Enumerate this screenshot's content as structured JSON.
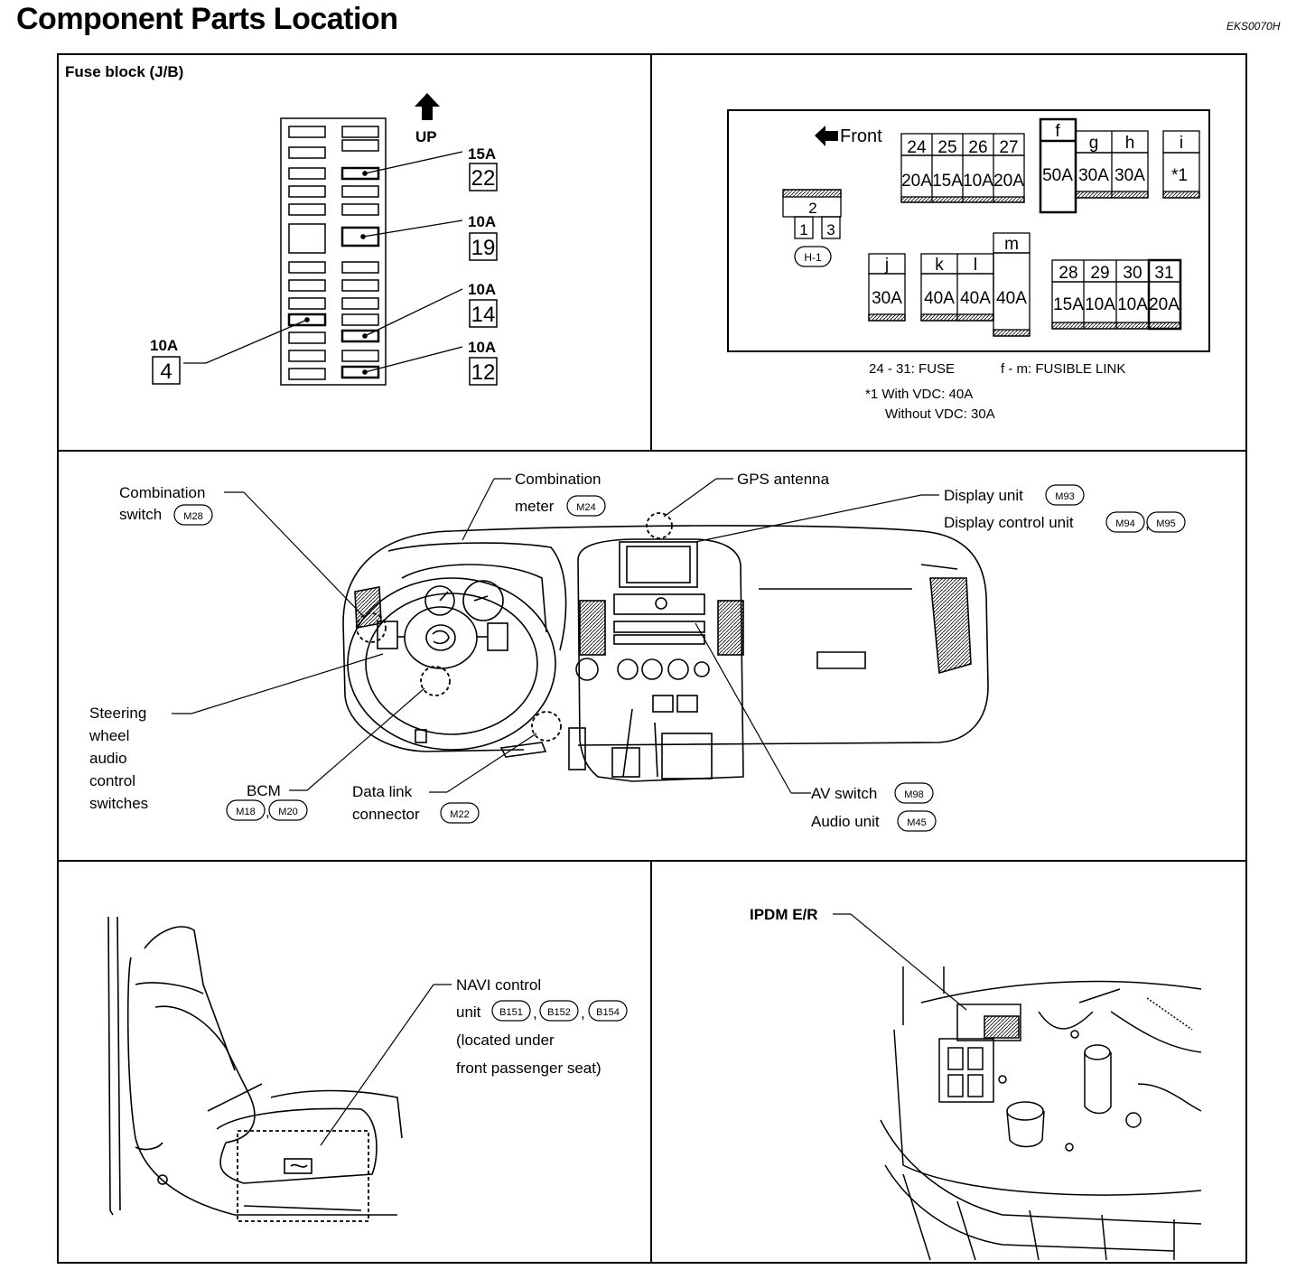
{
  "title": "Component Parts Location",
  "doc_code": "EKS0070H",
  "fuse_block": {
    "label": "Fuse block (J/B)",
    "up_label": "UP",
    "callouts": [
      {
        "amp": "15A",
        "num": "22"
      },
      {
        "amp": "10A",
        "num": "19"
      },
      {
        "amp": "10A",
        "num": "14"
      },
      {
        "amp": "10A",
        "num": "12"
      },
      {
        "amp": "10A",
        "num": "4"
      }
    ]
  },
  "fuse_box": {
    "front_label": "Front",
    "relay_top": "2",
    "relay_pins": [
      "1",
      "3"
    ],
    "relay_connector": "H-1",
    "fuses_top": [
      {
        "num": "24",
        "amp": "20A"
      },
      {
        "num": "25",
        "amp": "15A"
      },
      {
        "num": "26",
        "amp": "10A"
      },
      {
        "num": "27",
        "amp": "20A"
      }
    ],
    "link_f": {
      "id": "f",
      "amp": "50A"
    },
    "link_gh": [
      {
        "id": "g",
        "amp": "30A"
      },
      {
        "id": "h",
        "amp": "30A"
      }
    ],
    "link_i": {
      "id": "i",
      "amp": "*1"
    },
    "link_j": {
      "id": "j",
      "amp": "30A"
    },
    "link_kl": [
      {
        "id": "k",
        "amp": "40A"
      },
      {
        "id": "l",
        "amp": "40A"
      }
    ],
    "link_m": {
      "id": "m",
      "amp": "40A"
    },
    "fuses_bottom": [
      {
        "num": "28",
        "amp": "15A"
      },
      {
        "num": "29",
        "amp": "10A"
      },
      {
        "num": "30",
        "amp": "10A"
      },
      {
        "num": "31",
        "amp": "20A"
      }
    ],
    "legend_fuse": "24 - 31: FUSE",
    "legend_link": "f - m: FUSIBLE LINK",
    "note_line1": "*1 With VDC: 40A",
    "note_line2": "Without VDC: 30A"
  },
  "dashboard": {
    "combination_switch": {
      "line1": "Combination",
      "line2": "switch",
      "conn": "M28"
    },
    "combination_meter": {
      "line1": "Combination",
      "line2": "meter",
      "conn": "M24"
    },
    "gps_antenna": "GPS antenna",
    "display_unit": {
      "label": "Display unit",
      "conn": "M93"
    },
    "display_control_unit": {
      "label": "Display control unit",
      "conns": [
        "M94",
        "M95"
      ]
    },
    "steering_switches": [
      "Steering",
      "wheel",
      "audio",
      "control",
      "switches"
    ],
    "bcm": {
      "label": "BCM",
      "conns": [
        "M18",
        "M20"
      ]
    },
    "data_link": {
      "line1": "Data link",
      "line2": "connector",
      "conn": "M22"
    },
    "av_switch": {
      "label": "AV switch",
      "conn": "M98"
    },
    "audio_unit": {
      "label": "Audio unit",
      "conn": "M45"
    }
  },
  "seat": {
    "line1": "NAVI control",
    "line2": "unit",
    "conns": [
      "B151",
      "B152",
      "B154"
    ],
    "line3": "(located under",
    "line4": "front passenger seat)"
  },
  "engine": {
    "label": "IPDM E/R"
  }
}
